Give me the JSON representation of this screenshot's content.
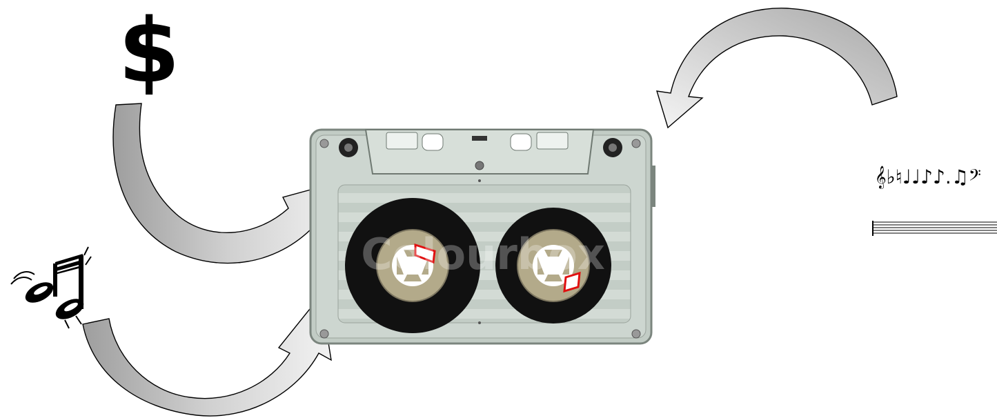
{
  "symbols": {
    "dollar": "$",
    "note_pair": "♫",
    "melody": "𝄞♭♮♩♩♪♪.♫𝄢"
  },
  "cassette": {
    "watermark": "Colourbox"
  },
  "colors": {
    "cassette_body": "#c9d3cc",
    "cassette_window": "#dfe5e1",
    "reel": "#111111",
    "hub": "#b3aa8a",
    "tape_leader": "#e01010",
    "arrow_fill": "#b9b9b9",
    "arrow_light": "#e6e6e6",
    "ink": "#000000"
  },
  "icons": [
    "dollar-icon",
    "music-notes-icon",
    "cassette-tape-icon",
    "sheet-music-icon",
    "curved-arrow-dollar-to-cassette",
    "curved-arrow-notes-to-cassette",
    "curved-arrow-sheet-to-cassette"
  ]
}
